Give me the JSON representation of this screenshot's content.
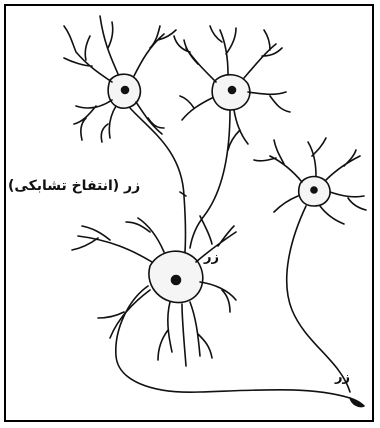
{
  "labels": {
    "synaptic_bouton": "زر (انتفاخ تشابکی)",
    "bouton_center": "زر",
    "bouton_bottom": "زر"
  },
  "colors": {
    "stroke": "#111111",
    "soma_fill": "#f5f5f5",
    "background": "#ffffff"
  }
}
